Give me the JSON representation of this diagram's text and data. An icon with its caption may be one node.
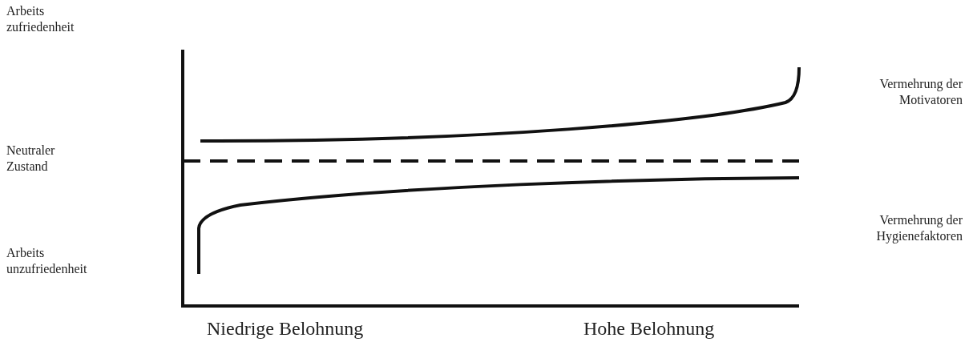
{
  "diagram": {
    "labels": [
      "Arbeits zufriedenheit",
      "Vermehrung der Motivatoren",
      "Neutraler Zustand",
      "Vermehrung der Hygienefaktoren",
      "Arbeits unzufriedenheit",
      "Niedrige Belohnung",
      "Hohe Belohnung"
    ]
  }
}
